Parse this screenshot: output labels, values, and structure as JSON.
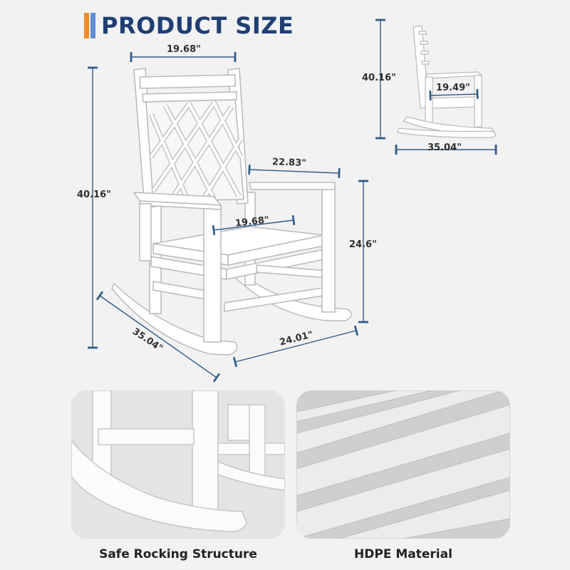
{
  "header": {
    "title": "PRODUCT SIZE"
  },
  "main_view": {
    "top_width": "19.68\"",
    "total_height": "40.16\"",
    "arm_depth": "22.83\"",
    "seat_width": "19.68\"",
    "arm_height": "24.6\"",
    "overall_depth": "35.04\"",
    "overall_width": "24.01\""
  },
  "side_view": {
    "height": "40.16\"",
    "seat_depth": "19.49\"",
    "depth": "35.04\""
  },
  "features": [
    {
      "label": "Safe Rocking Structure"
    },
    {
      "label": "HDPE Material"
    }
  ],
  "colors": {
    "title": "#1f3f73",
    "accent_orange": "#f08a2b",
    "accent_blue": "#5f8fd0",
    "dimension_line": "#2e5a8a"
  }
}
